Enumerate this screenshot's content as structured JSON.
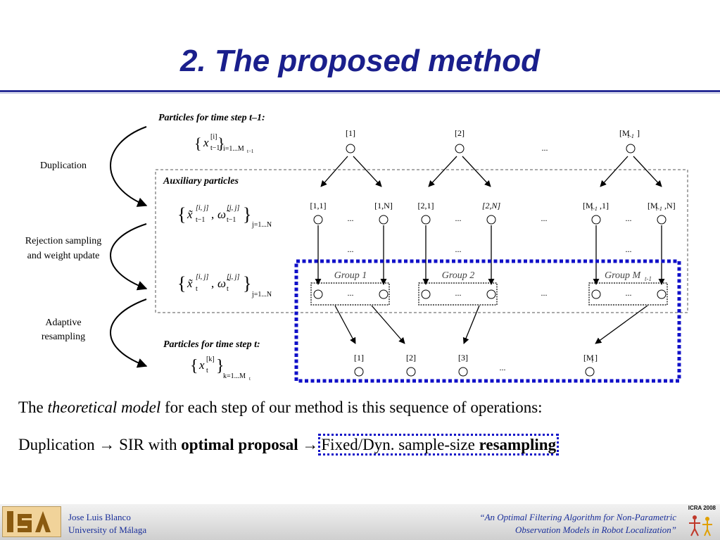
{
  "slide": {
    "title": "2. The proposed method"
  },
  "diagram": {
    "left_labels": {
      "duplication": "Duplication",
      "rejection_line1": "Rejection sampling",
      "rejection_line2": "and weight update",
      "adaptive_line1": "Adaptive",
      "adaptive_line2": "resampling"
    },
    "headings": {
      "prev": "Particles for time step t–1:",
      "aux": "Auxiliary particles",
      "curr": "Particles for time step t:"
    },
    "top_nodes": [
      "[1]",
      "[2]",
      "[M",
      "t-1",
      "]"
    ],
    "aux_nodes": [
      "[1,1]",
      "[1,N]",
      "[2,1]",
      "[2,N]",
      "[M",
      "t-1",
      ",1]",
      "[M",
      "t-1",
      ",N]"
    ],
    "groups": [
      "Group 1",
      "Group 2",
      "Group M",
      "t-1"
    ],
    "bottom_nodes": [
      "[1]",
      "[2]",
      "[3]",
      "[M",
      "t",
      "]"
    ],
    "ellipsis": "...",
    "formulas": {
      "f1_var": "x",
      "f1_sup": "[i]",
      "f1_sub": "t−1",
      "f1_idx": "i=1...M",
      "f1_idx_sub": "t−1",
      "f2_x": "x̃",
      "f2_w": "ω̃",
      "f2_sup": "[i, j]",
      "f2_sub": "t−1",
      "f2_idx": "j=1...N",
      "f3_x": "x̃",
      "f3_w": "ω̃",
      "f3_sup": "[i, j]",
      "f3_sub": "t",
      "f3_idx": "j=1...N",
      "f4_var": "x",
      "f4_sup": "[k]",
      "f4_sub": "t",
      "f4_idx": "k=1...M",
      "f4_idx_sub": "t"
    },
    "colors": {
      "highlight": "#1010c8",
      "ink": "#000000"
    }
  },
  "body": {
    "line1_a": "The ",
    "line1_em": "theoretical model",
    "line1_b": " for each step of our method is this sequence of operations:",
    "line2_a": "Duplication ",
    "arrow": "→",
    "line2_b": " SIR with ",
    "line2_bold1": "optimal proposal",
    "line2_c": " ",
    "line2_box_plain": "Fixed/Dyn. sample-size ",
    "line2_box_bold": "resampling"
  },
  "footer": {
    "author": "Jose Luis Blanco",
    "university": "University of Málaga",
    "ref_line1": "“An Optimal Filtering Algorithm for Non-Parametric",
    "ref_line2": "Observation Models in Robot Localization”",
    "conference": "ICRA 2008",
    "logo_text": "ISA"
  }
}
